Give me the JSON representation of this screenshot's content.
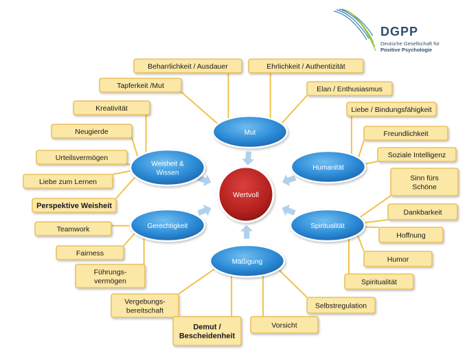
{
  "logo": {
    "name": "DGPP",
    "line1": "Deutsche Gesellschaft für",
    "line2": "Positive Psychologie"
  },
  "center": {
    "label": "Wertvoll"
  },
  "categories": {
    "mut": "Mut",
    "weisheit": [
      "Weisheit &",
      "Wissen"
    ],
    "humanitaet": "Humanität",
    "gerechtigkeit": "Gerechtigkeit",
    "spiritualitaet": "Spiritualität",
    "maessigung": "Mäßigung"
  },
  "leaves": {
    "beharrlichkeit": [
      "Beharrlichkeit / Ausdauer"
    ],
    "ehrlichkeit": [
      "Ehrlichkeit / Authentizität"
    ],
    "tapferkeit": [
      "Tapferkeit /Mut"
    ],
    "elan": [
      "Elan / Enthusiasmus"
    ],
    "kreativitaet": [
      "Kreativität"
    ],
    "neugierde": [
      "Neugierde"
    ],
    "urteilsvermoegen": [
      "Urteilsvermögen"
    ],
    "liebe_lernen": [
      "Liebe zum Lernen"
    ],
    "perspektive": [
      "Perspektive Weisheit"
    ],
    "liebe_bindung": [
      "Liebe / Bindungsfähigkeit"
    ],
    "freundlichkeit": [
      "Freundlichkeit"
    ],
    "soziale_intelligenz": [
      "Soziale Intelligenz"
    ],
    "sinn_schoene": [
      "Sinn fürs",
      "Schöne"
    ],
    "dankbarkeit": [
      "Dankbarkeit"
    ],
    "hoffnung": [
      "Hoffnung"
    ],
    "humor": [
      "Humor"
    ],
    "spiritualitaet_leaf": [
      "Spiritualität"
    ],
    "teamwork": [
      "Teamwork"
    ],
    "fairness": [
      "Fairness"
    ],
    "fuehrung": [
      "Führungs-",
      "vermögen"
    ],
    "vergebung": [
      "Vergebungs-",
      "bereitschaft"
    ],
    "demut": [
      "Demut /",
      "Bescheidenheit"
    ],
    "vorsicht": [
      "Vorsicht"
    ],
    "selbstregulation": [
      "Selbstregulation"
    ]
  },
  "colors": {
    "leaf_fill": "#fbe7a6",
    "leaf_border": "#e5b84a",
    "line": "#f0c24a",
    "category_fill": "#2f8ed8",
    "center_fill": "#b8211f",
    "arrow": "#a9cbea"
  }
}
